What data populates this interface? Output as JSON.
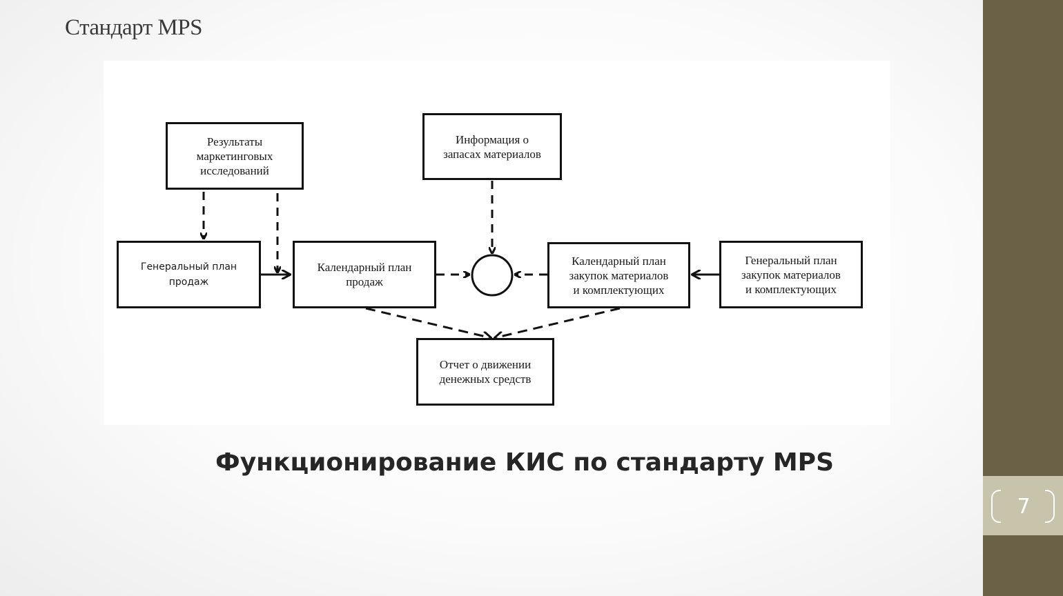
{
  "slide": {
    "title": "Стандарт MPS",
    "caption": "Функционирование КИС по стандарту MPS",
    "page_number": "7"
  },
  "colors": {
    "sidebar": "#6b6147",
    "page_tab": "#c8c4ac",
    "stroke": "#111111"
  },
  "diagram": {
    "nodes": {
      "marketing_research": "Результаты\nмаркетинговых\nисследований",
      "inventory_info": "Информация о\nзапасах материалов",
      "general_sales_plan": "Генеральный план\nпродаж",
      "calendar_sales_plan": "Календарный план\nпродаж",
      "calendar_purchase_plan": "Календарный план\nзакупок материалов\nи комплектующих",
      "general_purchase_plan": "Генеральный план\nзакупок материалов\nи комплектующих",
      "cash_flow_report": "Отчет о движении\nденежных средств"
    },
    "edges": [
      {
        "from": "marketing_research",
        "to": "general_sales_plan",
        "style": "dashed"
      },
      {
        "from": "marketing_research",
        "to": "calendar_sales_plan",
        "style": "dashed"
      },
      {
        "from": "general_sales_plan",
        "to": "calendar_sales_plan",
        "style": "solid"
      },
      {
        "from": "calendar_sales_plan",
        "to": "junction",
        "style": "dashed"
      },
      {
        "from": "inventory_info",
        "to": "junction",
        "style": "dashed"
      },
      {
        "from": "calendar_purchase_plan",
        "to": "junction",
        "style": "dashed"
      },
      {
        "from": "general_purchase_plan",
        "to": "calendar_purchase_plan",
        "style": "solid"
      },
      {
        "from": "calendar_sales_plan",
        "to": "cash_flow_report",
        "style": "dashed"
      },
      {
        "from": "calendar_purchase_plan",
        "to": "cash_flow_report",
        "style": "dashed"
      }
    ]
  }
}
